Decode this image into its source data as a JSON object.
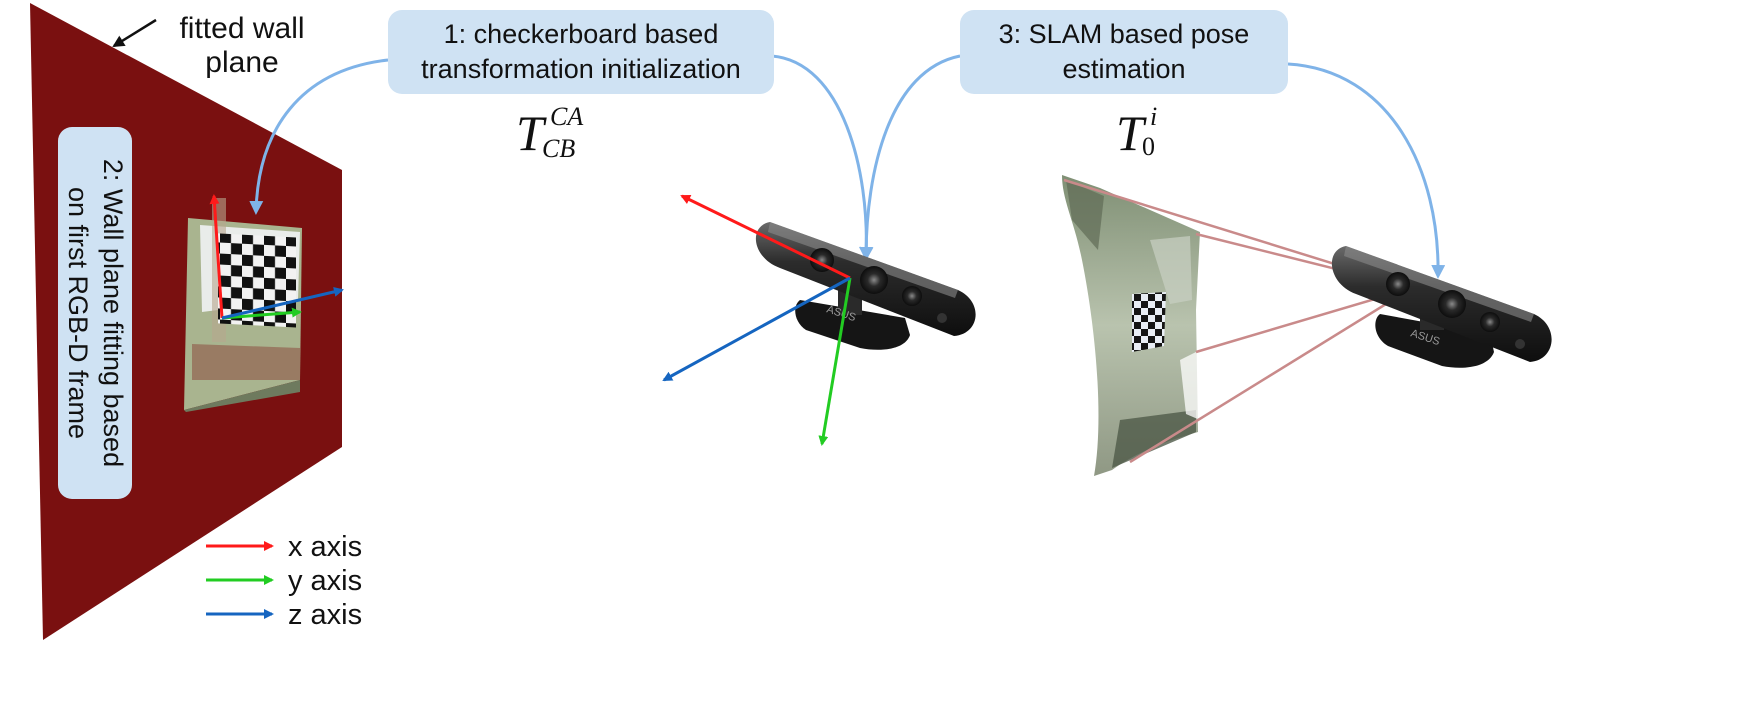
{
  "step1": {
    "lines": [
      "1: checkerboard based",
      "transformation initialization"
    ]
  },
  "step2": {
    "lines": [
      "2: Wall plane fitting based",
      "on first RGB-D frame"
    ]
  },
  "step3": {
    "lines": [
      "3: SLAM based pose",
      "estimation"
    ]
  },
  "wall_label": {
    "lines": [
      "fitted wall",
      "plane"
    ]
  },
  "math1": {
    "base": "T",
    "sup": "CA",
    "sub": "CB"
  },
  "math2": {
    "base": "T",
    "sup": "i",
    "sub": "0"
  },
  "legend": [
    {
      "label": "x axis",
      "color": "#ff1a1a"
    },
    {
      "label": "y axis",
      "color": "#22cc22"
    },
    {
      "label": "z axis",
      "color": "#1565c0"
    }
  ],
  "colors": {
    "wall": "#7a1010",
    "box_fill": "#cfe2f3",
    "flow_arrow": "#7fb3e8",
    "slam_ray": "#c98a8a",
    "x_axis": "#ff1a1a",
    "y_axis": "#22cc22",
    "z_axis": "#1565c0"
  },
  "icons": [
    "depth-camera-icon",
    "point-cloud-icon",
    "checkerboard-icon"
  ]
}
